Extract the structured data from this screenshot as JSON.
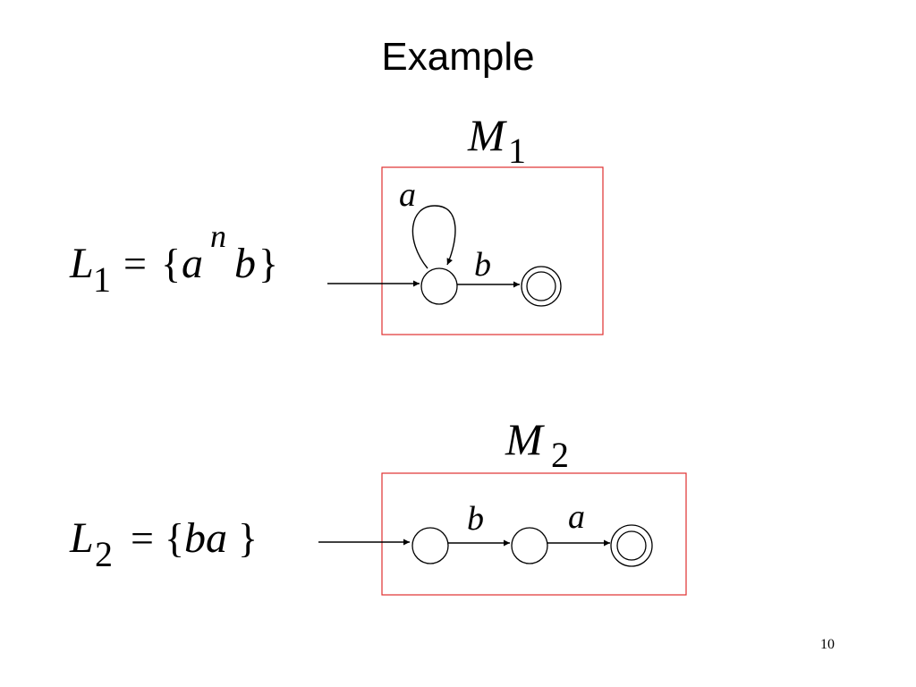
{
  "slide": {
    "title": "Example",
    "page_number": "10"
  },
  "machines": [
    {
      "name_letter": "M",
      "name_subscript": "1",
      "language": {
        "letter": "L",
        "subscript": "1",
        "equals": "=",
        "open_brace": "{",
        "base": "a",
        "exponent": "n",
        "tail": "b",
        "close_brace": "}"
      },
      "transitions": [
        {
          "from": "q0",
          "to": "q0",
          "label": "a"
        },
        {
          "from": "q0",
          "to": "q1",
          "label": "b"
        }
      ],
      "accepting_states": [
        "q1"
      ]
    },
    {
      "name_letter": "M",
      "name_subscript": "2",
      "language": {
        "letter": "L",
        "subscript": "2",
        "equals": "=",
        "open_brace": "{",
        "string": "ba",
        "close_brace": "}"
      },
      "transitions": [
        {
          "from": "q0",
          "to": "q1",
          "label": "b"
        },
        {
          "from": "q1",
          "to": "q2",
          "label": "a"
        }
      ],
      "accepting_states": [
        "q2"
      ]
    }
  ],
  "colors": {
    "frame": "#e03030",
    "ink": "#000000",
    "background": "#ffffff"
  }
}
